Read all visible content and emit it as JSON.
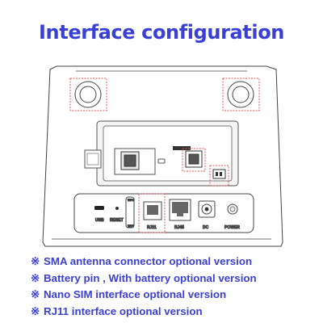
{
  "title": "Interface configuration",
  "colors": {
    "accent": "#3a3fd6",
    "highlight": "#e05a5a",
    "outline": "#444444"
  },
  "panel_labels": {
    "usb": "USB",
    "reset": "RESET",
    "wps": "WPS",
    "wifi": "WIFI",
    "rj11": "RJ11",
    "rj45": "RJ45",
    "dc": "DC",
    "power": "POWER"
  },
  "notes": [
    {
      "mark": "※",
      "text": "SMA antenna connector optional version"
    },
    {
      "mark": "※",
      "text": "Battery pin , With battery optional version"
    },
    {
      "mark": "※",
      "text": "Nano SIM interface optional version"
    },
    {
      "mark": "※",
      "text": "RJ11 interface optional version"
    }
  ]
}
